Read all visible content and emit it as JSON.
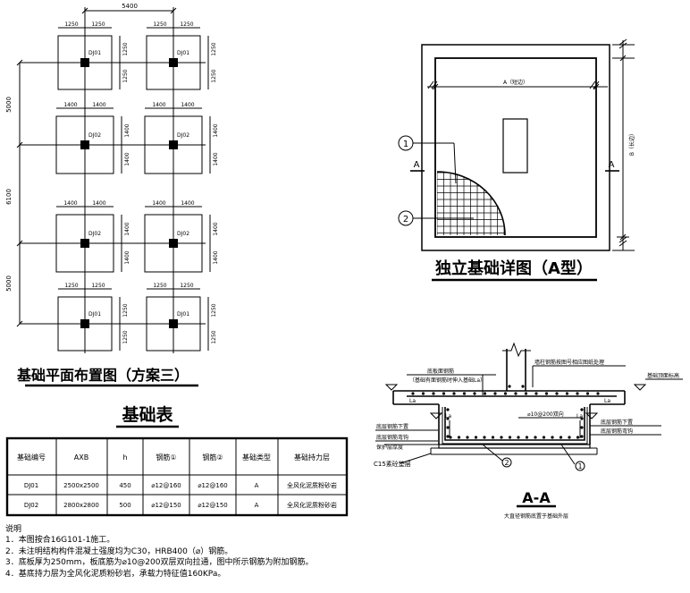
{
  "plan": {
    "title": "基础平面布置图（方案三）",
    "dim_top": "5400",
    "dims_left": [
      "5000",
      "6100",
      "5000"
    ],
    "footings": [
      {
        "label": "DJ01",
        "w1": "1250",
        "w2": "1250",
        "h1": "1250",
        "h2": "1250"
      },
      {
        "label": "DJ01",
        "w1": "1250",
        "w2": "1250",
        "h1": "1250",
        "h2": "1250"
      },
      {
        "label": "DJ02",
        "w1": "1400",
        "w2": "1400",
        "h1": "1400",
        "h2": "1400"
      },
      {
        "label": "DJ02",
        "w1": "1400",
        "w2": "1400",
        "h1": "1400",
        "h2": "1400"
      },
      {
        "label": "DJ02",
        "w1": "1400",
        "w2": "1400",
        "h1": "1400",
        "h2": "1400"
      },
      {
        "label": "DJ02",
        "w1": "1400",
        "w2": "1400",
        "h1": "1400",
        "h2": "1400"
      },
      {
        "label": "DJ01",
        "w1": "1250",
        "w2": "1250",
        "h1": "1250",
        "h2": "1250"
      },
      {
        "label": "DJ01",
        "w1": "1250",
        "w2": "1250",
        "h1": "1250",
        "h2": "1250"
      }
    ]
  },
  "table": {
    "title": "基础表",
    "headers": [
      "基础编号",
      "AXB",
      "h",
      "钢筋①",
      "钢筋②",
      "基础类型",
      "基础持力层"
    ],
    "rows": [
      [
        "DJ01",
        "2500x2500",
        "450",
        "⌀12@160",
        "⌀12@160",
        "A",
        "全风化泥质粉砂岩"
      ],
      [
        "DJ02",
        "2800x2800",
        "500",
        "⌀12@150",
        "⌀12@150",
        "A",
        "全风化泥质粉砂岩"
      ]
    ]
  },
  "notes": {
    "heading": "说明",
    "items": [
      "1．本图按合16G101-1施工。",
      "2．未注明结构构件混凝土强度均为C30，HRB400（⌀）钢筋。",
      "3．底板厚为250mm，板底筋为⌀10@200双层双向拉通，图中所示钢筋为附加钢筋。",
      "4．基底持力层为全风化泥质粉砂岩，承载力特征值160KPa。"
    ]
  },
  "detail": {
    "title": "独立基础详图（A型）",
    "dim_a": "A（短边）",
    "dim_b": "B（长边）",
    "section_mark": "A",
    "callouts": [
      "1",
      "2"
    ]
  },
  "section": {
    "title": "A-A",
    "subtitle": "大直径钢筋底置于基础外层",
    "labels": {
      "top_rebar": "底板面钢筋",
      "top_rebar_note": "（基础有面钢筋时伸入基础La）",
      "col_rebar": "墙柱钢筋按图号相应图纸处理",
      "elev": "基础顶面标高",
      "base_rebar": "⌀10@200双向",
      "anchor_left": "底层钢筋下置",
      "hook_left": "底层钢筋弯钩",
      "cover": "保护层厚度",
      "anchor_right": "底层钢筋下置",
      "hook_right": "底层钢筋弯钩",
      "c15": "C15素砼垫层",
      "la1": "La",
      "la2": "La",
      "la3": "La",
      "la4": "La"
    },
    "callouts": [
      "2",
      "1"
    ]
  }
}
